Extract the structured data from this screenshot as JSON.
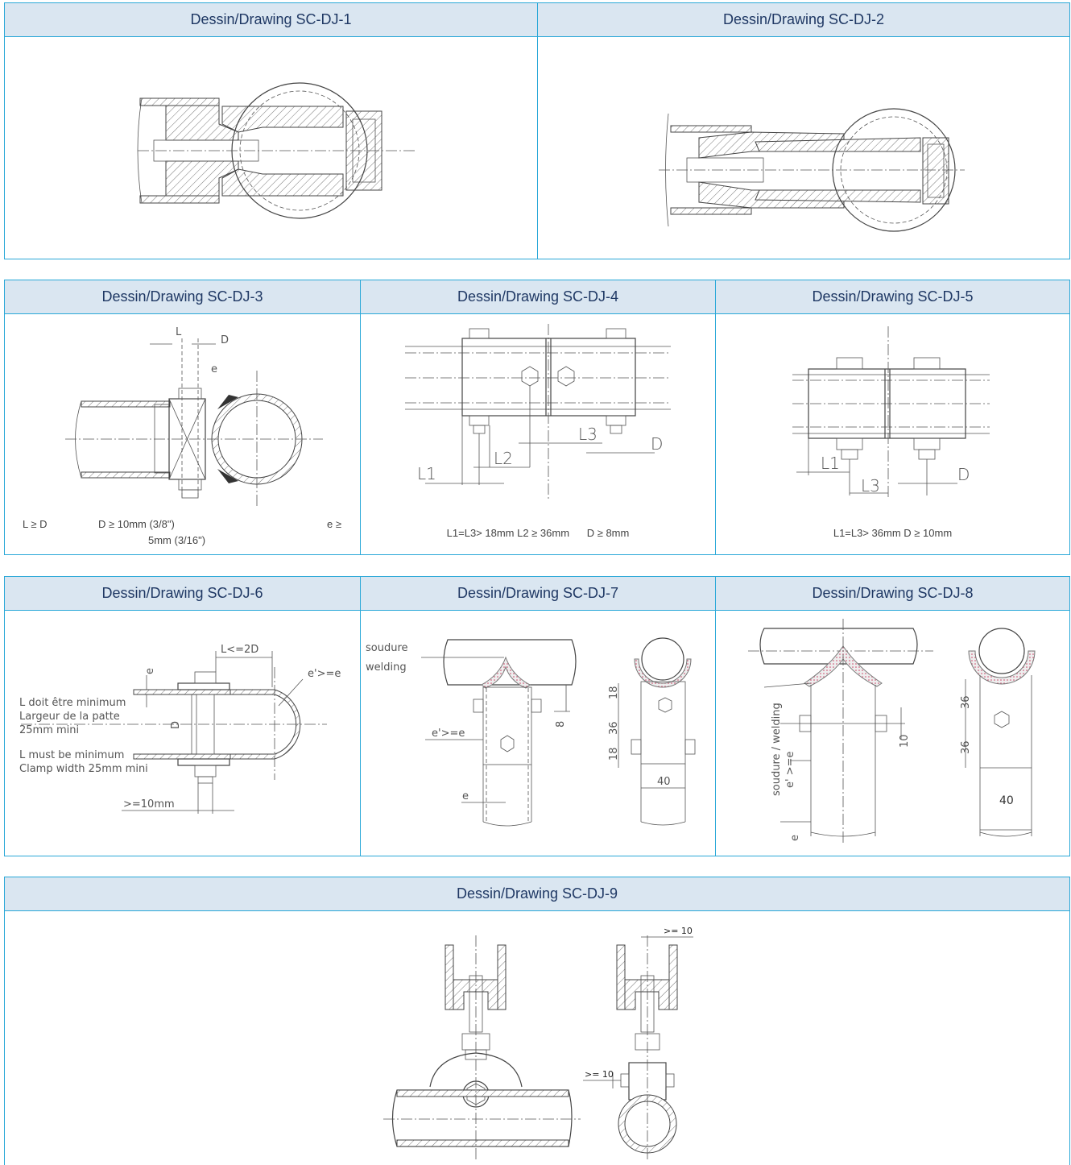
{
  "drawings": {
    "dj1": {
      "title": "Dessin/Drawing SC-DJ-1"
    },
    "dj2": {
      "title": "Dessin/Drawing SC-DJ-2"
    },
    "dj3": {
      "title": "Dessin/Drawing SC-DJ-3",
      "labels": {
        "L": "L",
        "D": "D",
        "e": "e"
      },
      "notes": {
        "a": "L ≥ D",
        "b": "D ≥ 10mm (3/8\")",
        "c": "e ≥",
        "d": "5mm (3/16\")"
      }
    },
    "dj4": {
      "title": "Dessin/Drawing SC-DJ-4",
      "labels": {
        "L1": "L1",
        "L2": "L2",
        "L3": "L3",
        "D": "D"
      },
      "note": "L1=L3> 18mm L2 ≥ 36mm      D ≥ 8mm"
    },
    "dj5": {
      "title": "Dessin/Drawing SC-DJ-5",
      "labels": {
        "L1": "L1",
        "L3": "L3",
        "D": "D"
      },
      "note": "L1=L3> 36mm D ≥ 10mm"
    },
    "dj6": {
      "title": "Dessin/Drawing SC-DJ-6",
      "labels": {
        "L2D": "L<=2D",
        "e": "e",
        "ee": "e'>=e",
        "D": "D",
        "mm10": ">=10mm",
        "fr1": "L doit être minimum",
        "fr2": "Largeur de la patte",
        "fr3": "25mm mini",
        "en1": "L must be minimum",
        "en2": "Clamp width 25mm mini"
      }
    },
    "dj7": {
      "title": "Dessin/Drawing SC-DJ-7",
      "labels": {
        "soudure": "soudure",
        "welding": "welding",
        "ee": "e'>=e",
        "e": "e",
        "d8": "8",
        "d18a": "18",
        "d36": "36",
        "d18b": "18",
        "d40": "40"
      }
    },
    "dj8": {
      "title": "Dessin/Drawing SC-DJ-8",
      "labels": {
        "sw": "soudure / welding",
        "ee": "e' >=e",
        "e": "e",
        "d10": "10",
        "d36a": "36",
        "d36b": "36",
        "d40": "40"
      }
    },
    "dj9": {
      "title": "Dessin/Drawing SC-DJ-9",
      "labels": {
        "t1": ">= 10",
        "t2": ">= 10"
      }
    }
  }
}
